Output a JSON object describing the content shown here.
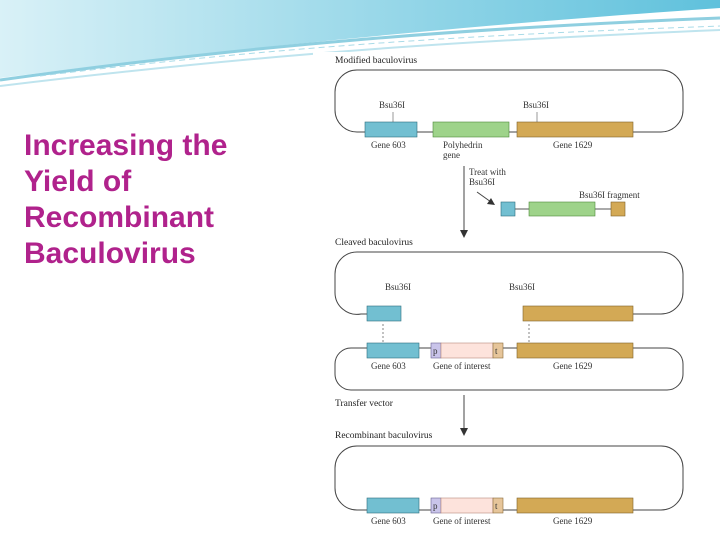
{
  "slide": {
    "title": "Increasing the\nYield of\nRecombinant\nBaculovirus"
  },
  "figure": {
    "section_modified": "Modified baculovirus",
    "site_bsu_1": "Bsu36I",
    "site_bsu_2": "Bsu36I",
    "gene_603": "Gene 603",
    "polyhedrin_line1": "Polyhedrin",
    "polyhedrin_line2": "gene",
    "gene_1629": "Gene 1629",
    "treat_line1": "Treat with",
    "treat_line2": "Bsu36I",
    "fragment": "Bsu36I fragment",
    "section_cleaved": "Cleaved baculovirus",
    "cleaved_site_1": "Bsu36I",
    "cleaved_site_2": "Bsu36I",
    "promoter": "p",
    "terminator": "t",
    "tv_gene_603": "Gene 603",
    "tv_gene_interest": "Gene of interest",
    "tv_gene_1629": "Gene 1629",
    "section_transfer": "Transfer vector",
    "section_recombinant": "Recombinant baculovirus",
    "rb_promoter": "p",
    "rb_terminator": "t",
    "rb_gene_603": "Gene 603",
    "rb_gene_interest": "Gene of interest",
    "rb_gene_1629": "Gene 1629"
  },
  "colors": {
    "title": "#b0228c",
    "gene_603": "#72bfd1",
    "polyhedrin": "#9ed38a",
    "gene_1629": "#d3a955",
    "gene_interest": "#fde3dc",
    "promoter": "#c9c4ea",
    "terminator": "#e6c59a"
  }
}
